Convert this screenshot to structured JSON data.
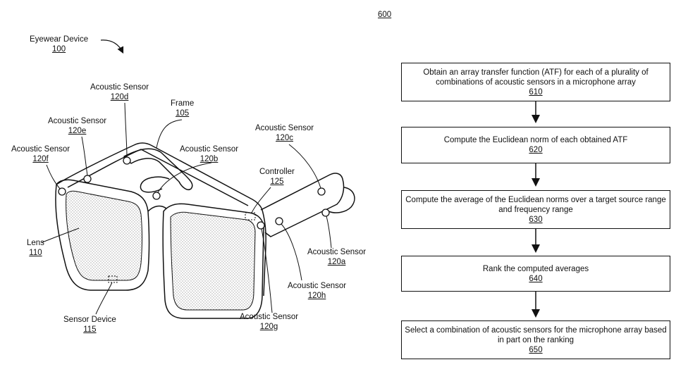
{
  "figure_ref": "600",
  "device": {
    "title": {
      "text": "Eyewear Device",
      "ref": "100"
    },
    "labels": {
      "sensor_120d": {
        "text": "Acoustic Sensor",
        "ref": "120d"
      },
      "frame": {
        "text": "Frame",
        "ref": "105"
      },
      "sensor_120e": {
        "text": "Acoustic Sensor",
        "ref": "120e"
      },
      "sensor_120b": {
        "text": "Acoustic Sensor",
        "ref": "120b"
      },
      "sensor_120f": {
        "text": "Acoustic Sensor",
        "ref": "120f"
      },
      "sensor_120c": {
        "text": "Acoustic Sensor",
        "ref": "120c"
      },
      "controller": {
        "text": "Controller",
        "ref": "125"
      },
      "lens": {
        "text": "Lens",
        "ref": "110"
      },
      "sensor_120a": {
        "text": "Acoustic Sensor",
        "ref": "120a"
      },
      "sensor_120h": {
        "text": "Acoustic Sensor",
        "ref": "120h"
      },
      "sensor_device": {
        "text": "Sensor Device",
        "ref": "115"
      },
      "sensor_120g": {
        "text": "Acoustic Sensor",
        "ref": "120g"
      }
    }
  },
  "flowchart": {
    "steps": [
      {
        "text": "Obtain an array transfer function (ATF) for each of a plurality of combinations of acoustic sensors in a microphone array",
        "ref": "610"
      },
      {
        "text": "Compute the Euclidean norm of each obtained ATF",
        "ref": "620"
      },
      {
        "text": "Compute the average of the Euclidean norms over a target source range and frequency range",
        "ref": "630"
      },
      {
        "text": "Rank the computed averages",
        "ref": "640"
      },
      {
        "text": "Select a combination of acoustic sensors for the microphone array based in part on the ranking",
        "ref": "650"
      }
    ]
  }
}
